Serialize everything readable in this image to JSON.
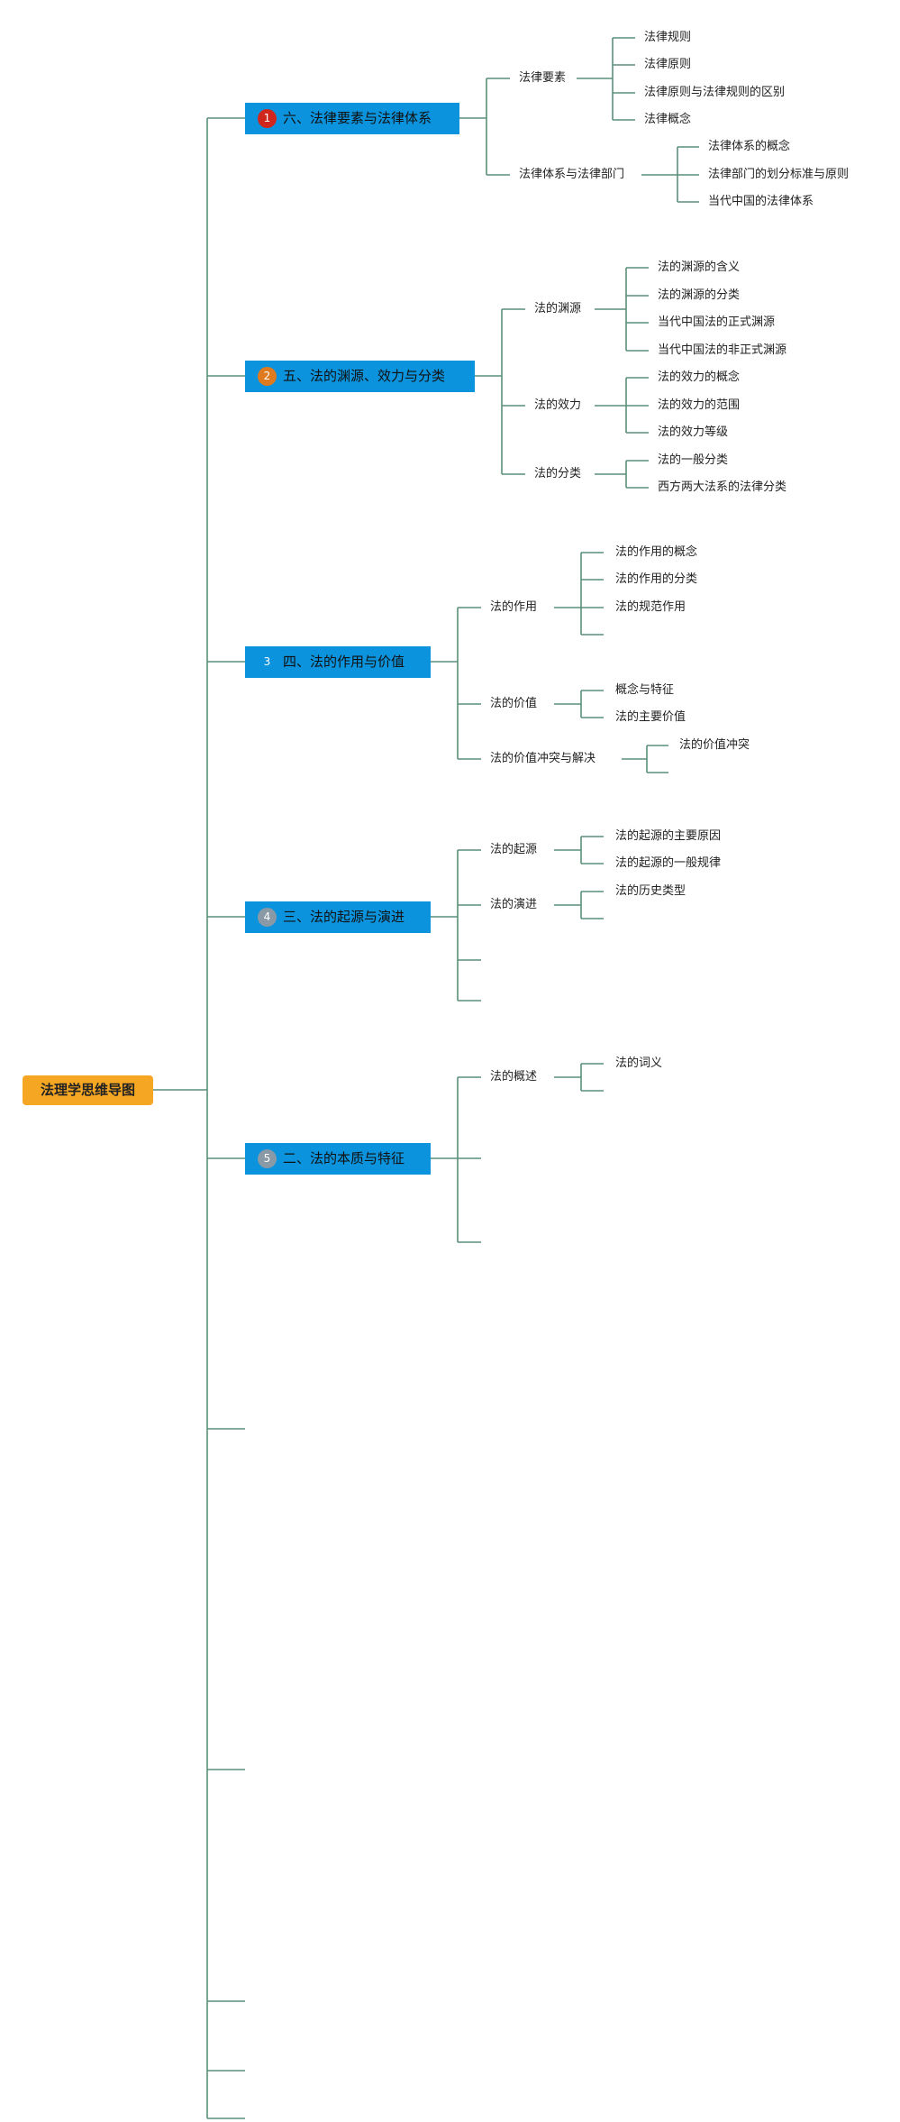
{
  "root": {
    "label": "法理学思维导图",
    "color": "#f5a623"
  },
  "line_color": "#5a8f7a",
  "branch_color": "#0b93dd",
  "branches": [
    {
      "label": "六、法律要素与法律体系",
      "badge_color": "#d0271d",
      "children": [
        {
          "label": "法律要素",
          "children": [
            "法律规则",
            "法律原则",
            "法律原则与法律规则的区别",
            "法律概念"
          ]
        },
        {
          "label": "法律体系与法律部门",
          "children": [
            "法律体系的概念",
            "法律部门的划分标准与原则",
            "当代中国的法律体系"
          ]
        }
      ]
    },
    {
      "label": "五、法的渊源、效力与分类",
      "badge_color": "#e07a1f",
      "children": [
        {
          "label": "法的渊源",
          "children": [
            "法的渊源的含义",
            "法的渊源的分类",
            "当代中国法的正式渊源",
            "当代中国法的非正式渊源"
          ]
        },
        {
          "label": "法的效力",
          "children": [
            "法的效力的概念",
            "法的效力的范围",
            "法的效力等级"
          ]
        },
        {
          "label": "法的分类",
          "children": [
            "法的一般分类",
            "西方两大法系的法律分类"
          ]
        }
      ]
    },
    {
      "label": "四、法的作用与价值",
      "badge_color": "#0b93dd",
      "children": [
        {
          "label": "法的作用",
          "children": [
            "法的作用的概念",
            "法的作用的分类",
            "法的规范作用",
            ""
          ]
        },
        {
          "label": "法的价值",
          "children": [
            "概念与特征",
            "法的主要价值"
          ]
        },
        {
          "label": "法的价值冲突与解决",
          "children": [
            "法的价值冲突",
            ""
          ]
        }
      ]
    },
    {
      "label": "三、法的起源与演进",
      "badge_color": "#8a99a6",
      "children": [
        {
          "label": "法的起源",
          "children": [
            "法的起源的主要原因",
            "法的起源的一般规律"
          ]
        },
        {
          "label": "法的演进",
          "children": [
            "法的历史类型",
            ""
          ]
        },
        {
          "label": "",
          "children": []
        },
        {
          "label": "",
          "children": []
        }
      ]
    },
    {
      "label": "二、法的本质与特征",
      "badge_color": "#8a99a6",
      "children": [
        {
          "label": "法的概述",
          "children": [
            "法的词义",
            ""
          ]
        },
        {
          "label": "",
          "children": []
        },
        {
          "label": "",
          "children": []
        }
      ]
    },
    {
      "label": "",
      "children": []
    },
    {
      "label": "",
      "children": []
    },
    {
      "label": "",
      "children": []
    },
    {
      "label": "",
      "children": []
    },
    {
      "label": "",
      "children": []
    }
  ]
}
